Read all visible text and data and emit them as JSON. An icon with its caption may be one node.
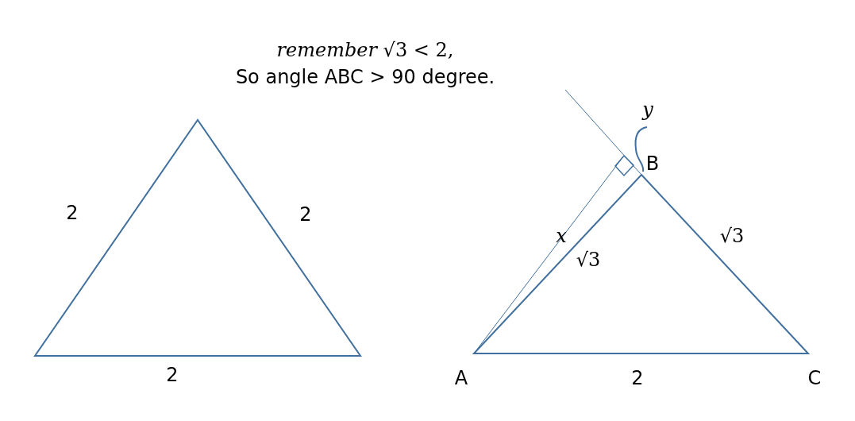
{
  "diagram": {
    "nodes": [
      {
        "text": [
          "y"
        ]
      },
      {
        "text": [
          "B"
        ]
      }
    ],
    "edges": [
      {
        "from": 0,
        "to": 1,
        "arrow": "none"
      }
    ],
    "labels": [
      "*remember* √3 < 2,",
      "So angle ABC > 90 degree.",
      "2",
      "2",
      "2",
      "x",
      "√3",
      "√3",
      "A",
      "2",
      "C"
    ]
  }
}
